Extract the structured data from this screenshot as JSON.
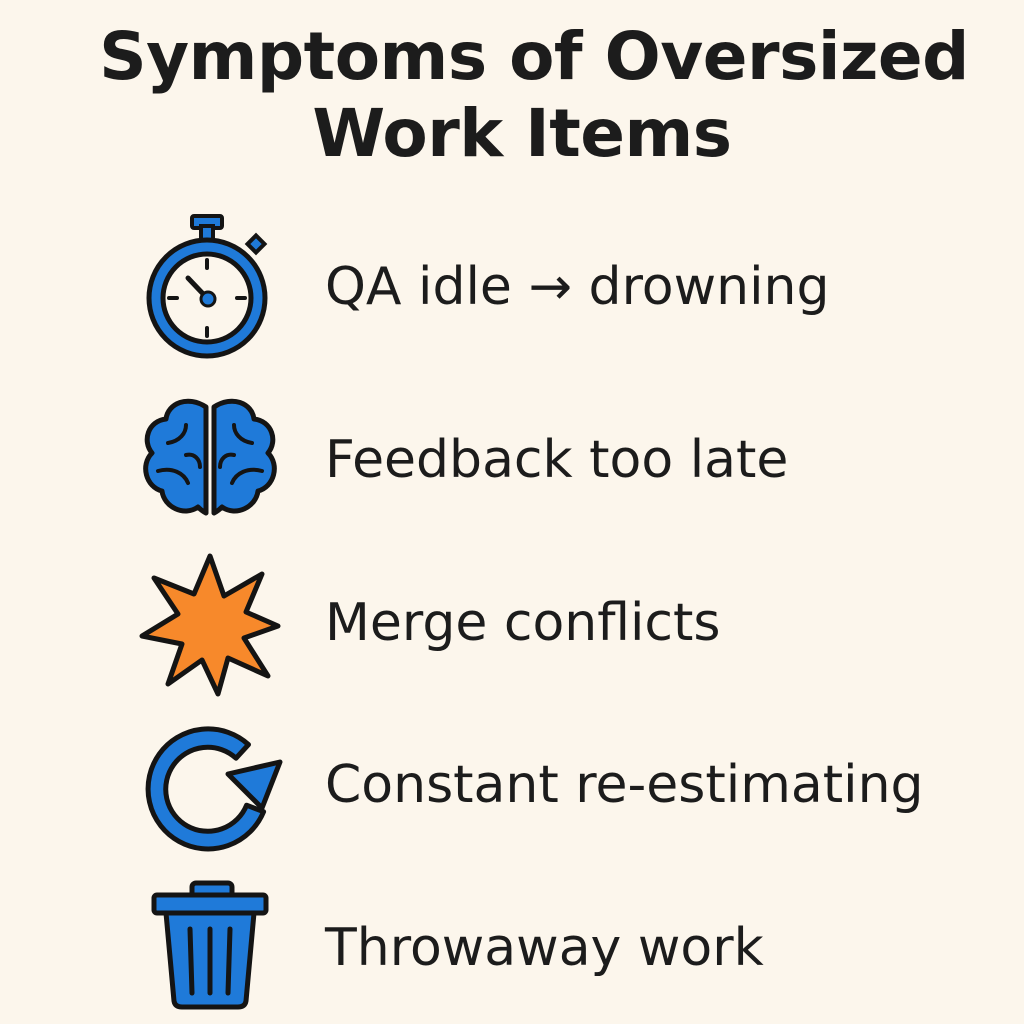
{
  "title": {
    "line1": "Symptoms of Oversized",
    "line2": "Work Items"
  },
  "colors": {
    "background": "#fcf6ec",
    "icon_blue": "#1f7ad9",
    "icon_orange": "#f7892b",
    "outline": "#141414",
    "text": "#1c1c1c"
  },
  "items": [
    {
      "icon": "stopwatch-icon",
      "label": "QA idle → drowning"
    },
    {
      "icon": "brain-icon",
      "label": "Feedback too late"
    },
    {
      "icon": "explosion-icon",
      "label": "Merge conflicts"
    },
    {
      "icon": "refresh-arrow-icon",
      "label": "Constant re-estimating"
    },
    {
      "icon": "trash-can-icon",
      "label": "Throwaway work"
    }
  ]
}
